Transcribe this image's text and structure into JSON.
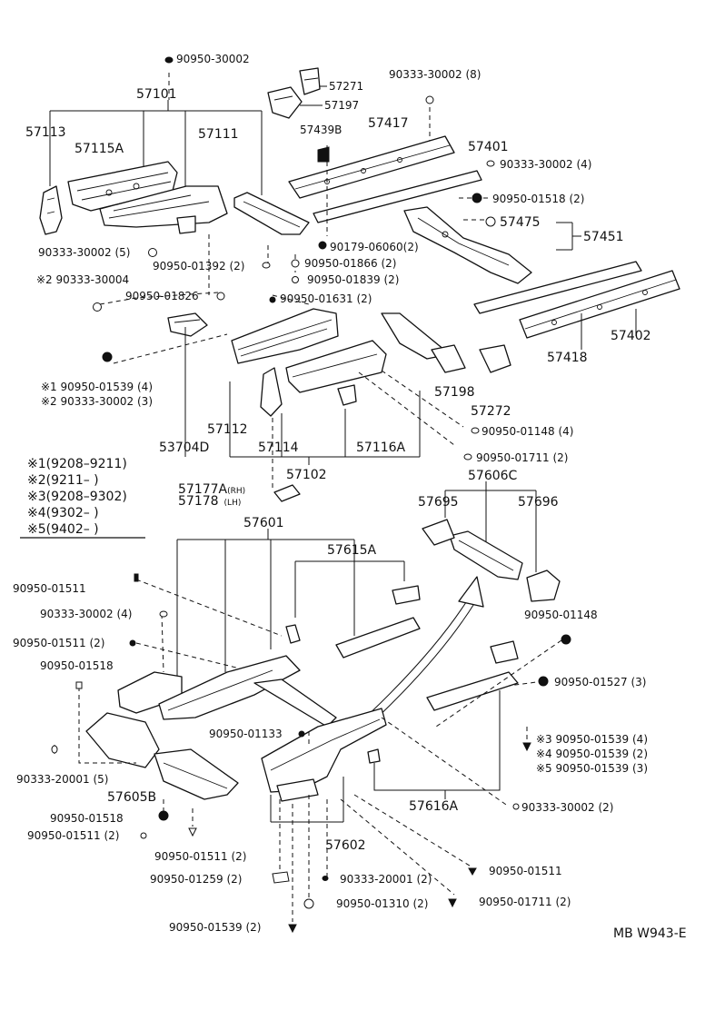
{
  "diagram_code": "MB W943-E",
  "legend": [
    {
      "mark": "※1",
      "range": "(9208–9211)"
    },
    {
      "mark": "※2",
      "range": "(9211–      )"
    },
    {
      "mark": "※3",
      "range": "(9208–9302)"
    },
    {
      "mark": "※4",
      "range": "(9302–      )"
    },
    {
      "mark": "※5",
      "range": "(9402–      )"
    }
  ],
  "labels": {
    "p90950_30002": "90950-30002",
    "p57271": "57271",
    "p90333_30002_8": "90333-30002 (8)",
    "p57101": "57101",
    "p57197": "57197",
    "p57113": "57113",
    "p57115A": "57115A",
    "p57111": "57111",
    "p57439B": "57439B",
    "p57417": "57417",
    "p57401": "57401",
    "p90333_30002_4": "90333-30002 (4)",
    "p90950_01518_2": "90950-01518 (2)",
    "p57475": "57475",
    "p57451": "57451",
    "p90333_30002_5": "90333-30002 (5)",
    "p90179_06060": "90179-06060(2)",
    "p90950_01866": "90950-01866 (2)",
    "p90950_01392": "90950-01392 (2)",
    "p90950_01839": "90950-01839 (2)",
    "p90333_30004": "※2 90333-30004",
    "p90950_01826": "90950-01826",
    "p90950_01631": "90950-01631 (2)",
    "p57402": "57402",
    "p57418": "57418",
    "p90950_01539_4a": "※1  90950-01539 (4)",
    "p90333_30002_3": "※2  90333-30002 (3)",
    "p57198": "57198",
    "p57272": "57272",
    "p90950_01148_4": "90950-01148 (4)",
    "p57112": "57112",
    "p53704D": "53704D",
    "p57114": "57114",
    "p57116A": "57116A",
    "p90950_01711_2a": "90950-01711 (2)",
    "p57102": "57102",
    "p57177A": "57177A",
    "p57177A_side": "(RH)",
    "p57178": "57178",
    "p57178_side": "(LH)",
    "p57606C": "57606C",
    "p57695": "57695",
    "p57696": "57696",
    "p57601": "57601",
    "p57615A": "57615A",
    "p90950_01511a": "90950-01511",
    "p90333_30002_4b": "90333-30002 (4)",
    "p90950_01511_2a": "90950-01511 (2)",
    "p90950_01148": "90950-01148",
    "p90950_01518": "90950-01518",
    "p90950_01527": "90950-01527 (3)",
    "p90950_01133": "90950-01133",
    "p90950_01539_s3": "※3 90950-01539 (4)",
    "p90950_01539_s4": "※4 90950-01539 (2)",
    "p90950_01539_s5": "※5 90950-01539 (3)",
    "p90333_20001_5": "90333-20001 (5)",
    "p57605B": "57605B",
    "p57616A": "57616A",
    "p90950_01518b": "90950-01518",
    "p90333_30002_2": "90333-30002 (2)",
    "p90950_01511_2b": "90950-01511 (2)",
    "p57602": "57602",
    "p90950_01511_2c": "90950-01511 (2)",
    "p90950_01259": "90950-01259 (2)",
    "p90333_20001_2": "90333-20001 (2)",
    "p90950_01511b": "90950-01511",
    "p90950_01310": "90950-01310 (2)",
    "p90950_01711_2b": "90950-01711 (2)",
    "p90950_01539_2": "90950-01539 (2)"
  }
}
